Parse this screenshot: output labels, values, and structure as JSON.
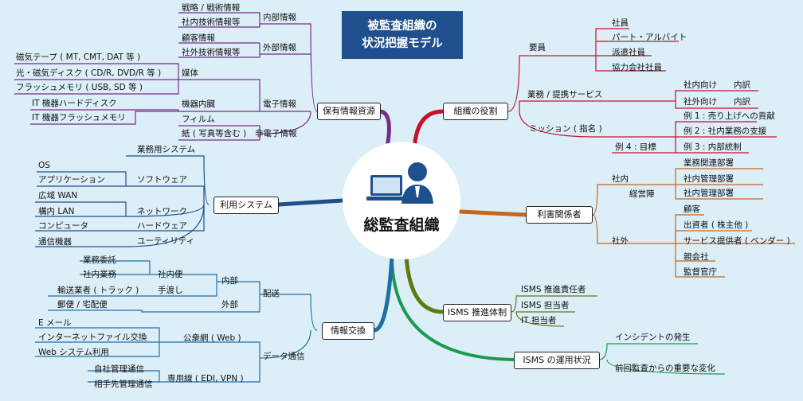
{
  "title": {
    "line1": "被監査組織の",
    "line2": "状況把握モデル"
  },
  "center": {
    "label": "総監査組織"
  },
  "colors": {
    "background": "#dceef8",
    "title_box": "#1f4f8c",
    "red": "#c8102e",
    "orange": "#c8651b",
    "olive": "#5e7a10",
    "green": "#1c9a4e",
    "purple": "#7a2a8a",
    "dark_blue": "#1e4e8c",
    "teal_blue": "#1e6fa8"
  },
  "branches": {
    "role": {
      "label": "組織の役割",
      "staff": {
        "label": "要員",
        "items": [
          "社員",
          "パート・アルバイト",
          "派遣社員",
          "協力会社社員"
        ]
      },
      "business": {
        "label": "業務 / 提携サービス",
        "items": [
          "社内向け　　内訳",
          "社外向け　　内訳"
        ]
      },
      "mission": {
        "label": "ミッション ( 指名 )",
        "items": [
          "例 1 : 売り上げへの貢献",
          "例 2 : 社内業務の支援",
          "例 3 : 内部統制"
        ],
        "example4": "例 4 : 目標"
      }
    },
    "stakeholders": {
      "label": "利害関係者",
      "internal": {
        "label": "社内",
        "mgmt_label": "経営陣",
        "items": [
          "業務関連部署",
          "社内管理部署",
          "社内管理部署"
        ]
      },
      "external": {
        "label": "社外",
        "items": [
          "顧客",
          "出資者 ( 株主他 )",
          "サービス提供者 ( ベンダー )",
          "親会社",
          "監督官庁"
        ]
      }
    },
    "isms_org": {
      "label": "ISMS 推進体制",
      "items": [
        "ISMS 推進責任者",
        "ISMS 担当者",
        "IT 担当者"
      ]
    },
    "isms_ops": {
      "label": "ISMS の運用状況",
      "items": [
        "インシデントの発生",
        "前回監査からの重要な変化"
      ]
    },
    "info_assets": {
      "label": "保有情報資源",
      "internal_info": {
        "label": "内部情報",
        "items": [
          "戦略 / 戦術情報",
          "社内技術情報等"
        ]
      },
      "external_info": {
        "label": "外部情報",
        "items": [
          "顧客情報",
          "社外技術情報等"
        ]
      },
      "electronic": {
        "label": "電子情報",
        "media_label": "媒体",
        "media_items": [
          "磁気テープ ( MT, CMT, DAT 等 )",
          "光・磁気ディスク ( CD/R, DVD/R 等 )",
          "フラッシュメモリ ( USB, SD 等 )"
        ],
        "device_label": "機器内臓",
        "device_items": [
          "IT 機器ハードディスク",
          "IT 機器フラッシュメモリ"
        ]
      },
      "non_electronic": {
        "label": "非電子情報",
        "items": [
          "フィルム",
          "紙 ( 写真等含む )"
        ]
      }
    },
    "systems": {
      "label": "利用システム",
      "items": {
        "business": "業務用システム",
        "software": "ソフトウェア",
        "network": "ネットワーク",
        "hardware": "ハードウェア",
        "utility": "ユーティリティ"
      },
      "software_items": [
        "OS",
        "アプリケーション"
      ],
      "network_items": [
        "広域 WAN",
        "構内 LAN"
      ],
      "hardware_items": [
        "コンピュータ",
        "通信機器"
      ]
    },
    "info_exchange": {
      "label": "情報交換",
      "delivery": {
        "label": "配送",
        "internal": "内部",
        "external": "外部",
        "in_house": "社内便",
        "hand": "手渡し",
        "in_house_items": [
          "業務委託",
          "社内業務"
        ],
        "courier": "輸送業者 ( トラック )",
        "mail": "郵便 / 宅配便"
      },
      "data_comm": {
        "label": "データ通信",
        "public": "公衆網 ( Web )",
        "public_items": [
          "E メール",
          "インターネットファイル交換",
          "Web システム利用"
        ],
        "dedicated": "専用線 ( EDI, VPN )",
        "dedicated_items": [
          "自社管理通信",
          "相手先管理通信"
        ]
      }
    }
  }
}
